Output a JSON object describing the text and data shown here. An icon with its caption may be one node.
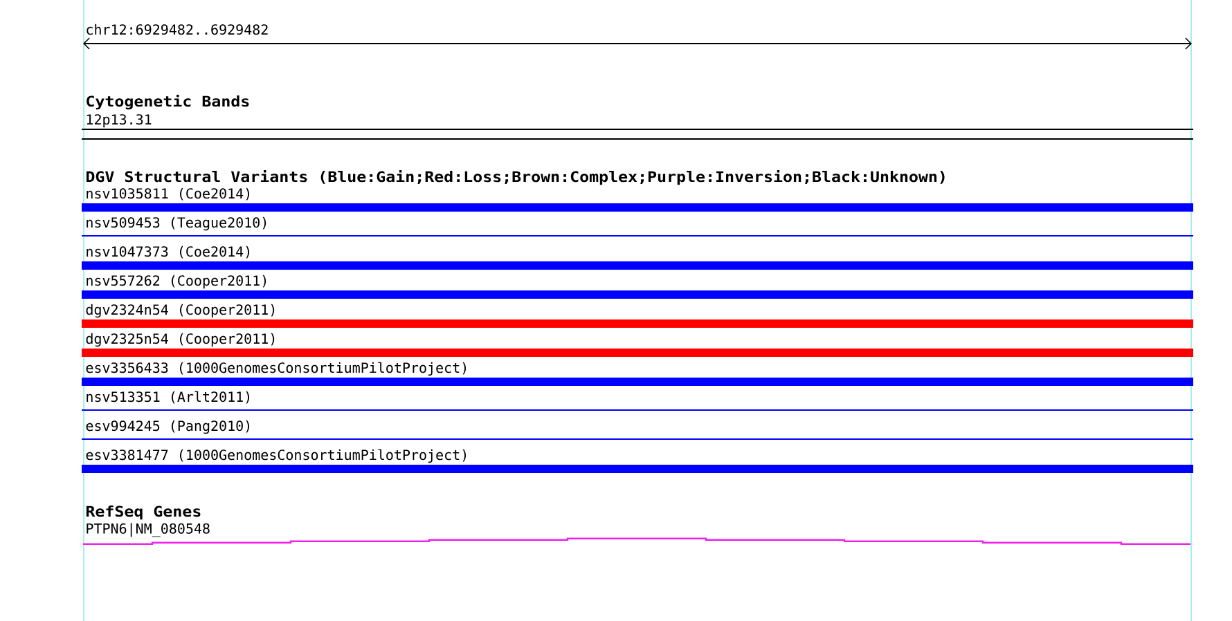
{
  "diagram": {
    "title": "chr12:6929482..6929482",
    "nodes": [
      {
        "text": [
          "12p13.31"
        ]
      },
      {
        "text": [
          "nsv1035811 (Coe2014)"
        ]
      },
      {
        "text": [
          "nsv509453 (Teague2010)"
        ]
      },
      {
        "text": [
          "nsv1047373 (Coe2014)"
        ]
      },
      {
        "text": [
          "nsv557262 (Cooper2011)"
        ]
      },
      {
        "text": [
          "dgv2324n54 (Cooper2011)"
        ]
      },
      {
        "text": [
          "dgv2325n54 (Cooper2011)"
        ]
      },
      {
        "text": [
          "esv3356433 (1000GenomesConsortiumPilotProject)"
        ]
      },
      {
        "text": [
          "nsv513351 (Arlt2011)"
        ]
      },
      {
        "text": [
          "esv994245 (Pang2010)"
        ]
      },
      {
        "text": [
          "esv3381477 (1000GenomesConsortiumPilotProject)"
        ]
      },
      {
        "text": [
          "PTPN6|NM_080548"
        ]
      }
    ],
    "labels": [
      "Cytogenetic Bands",
      "DGV Structural Variants (Blue:Gain;Red:Loss;Brown:Complex;Purple:Inversion;Black:Unknown)",
      "RefSeq Genes"
    ]
  }
}
